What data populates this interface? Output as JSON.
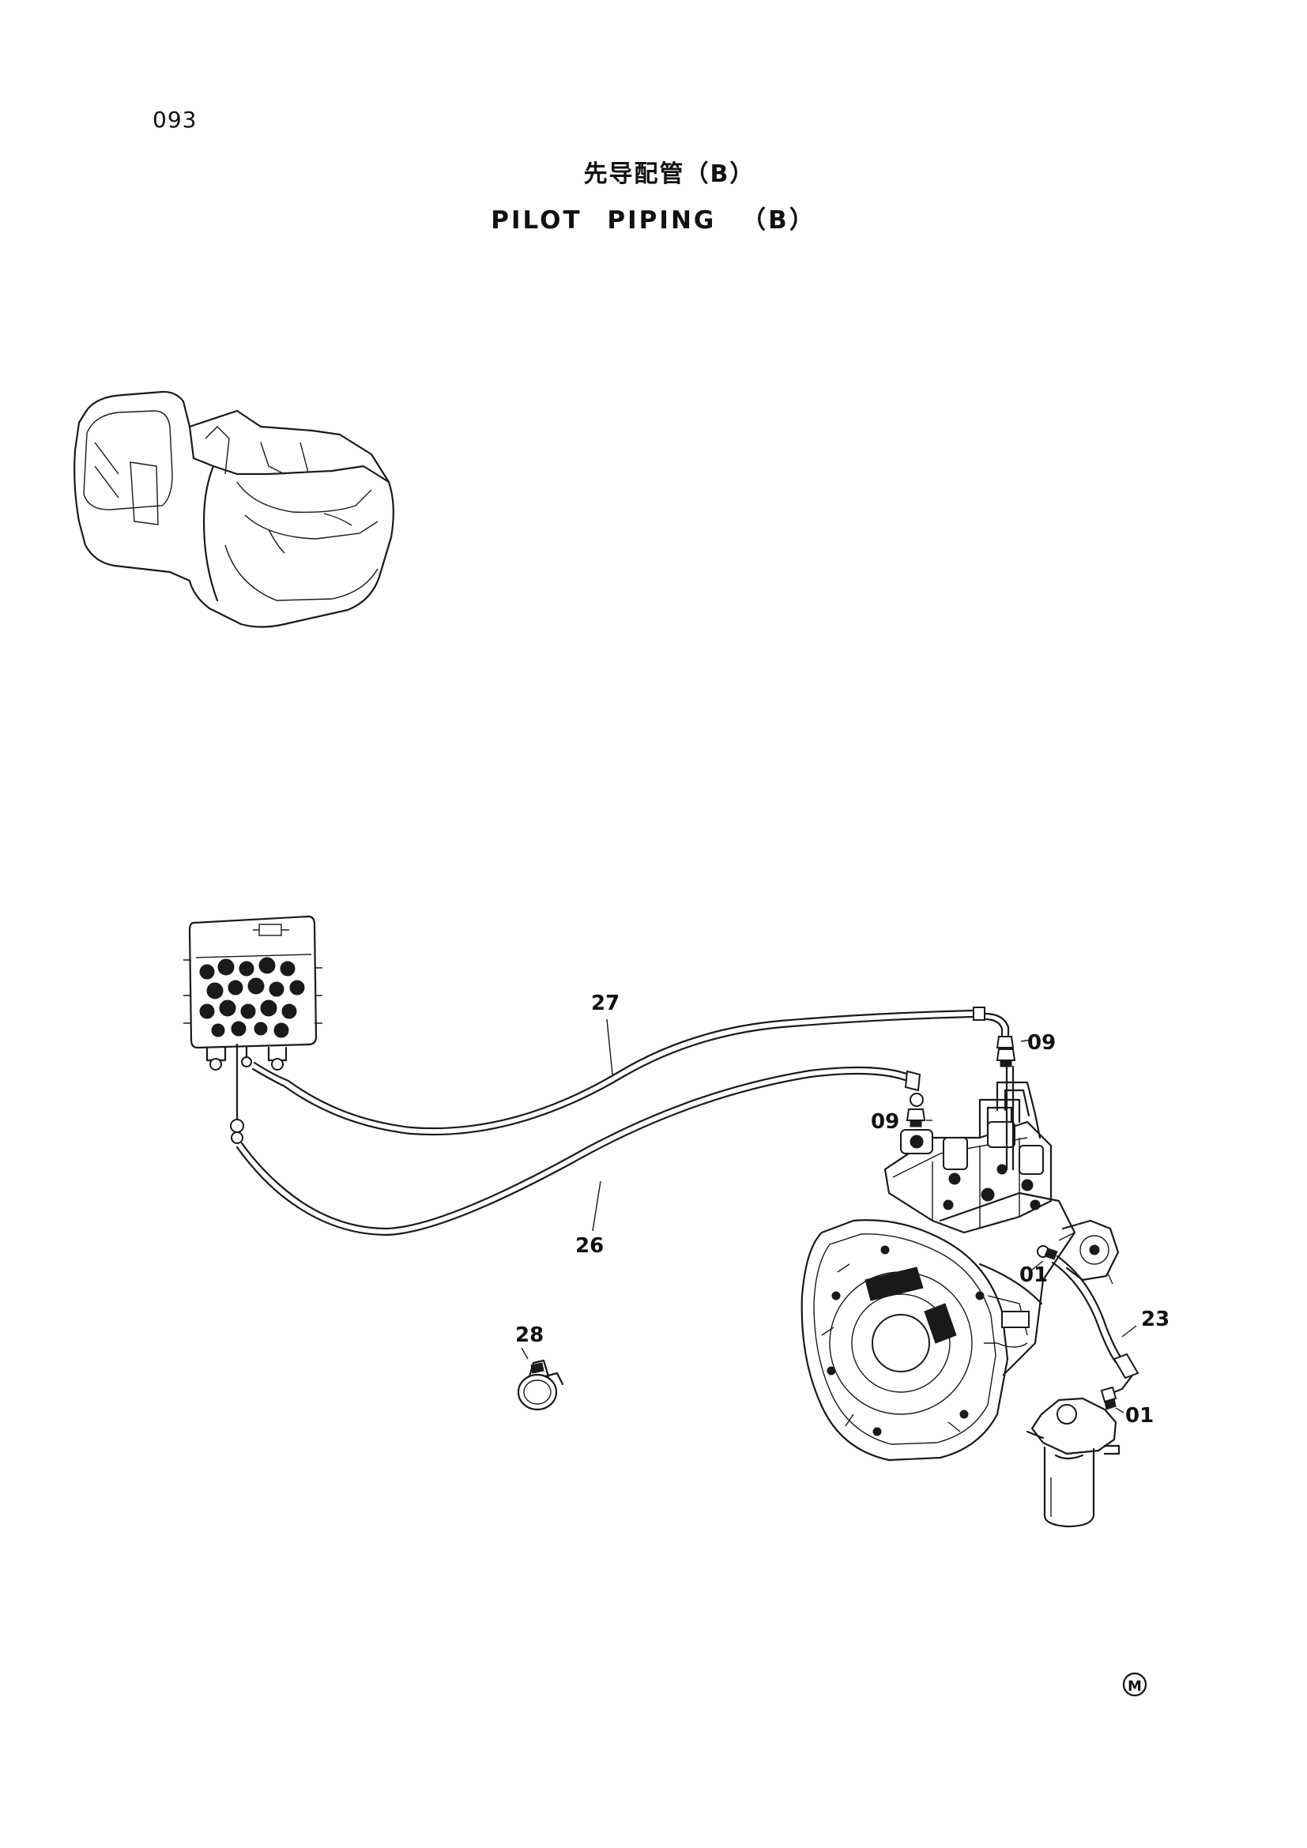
{
  "page": {
    "number": "093"
  },
  "title": {
    "chinese": "先导配管（B）",
    "english": "PILOT  PIPING （B）"
  },
  "callouts": {
    "c27": "27",
    "c26": "26",
    "c09a": "09",
    "c09b": "09",
    "c01a": "01",
    "c01b": "01",
    "c23": "23",
    "c28": "28"
  },
  "mark": "M"
}
